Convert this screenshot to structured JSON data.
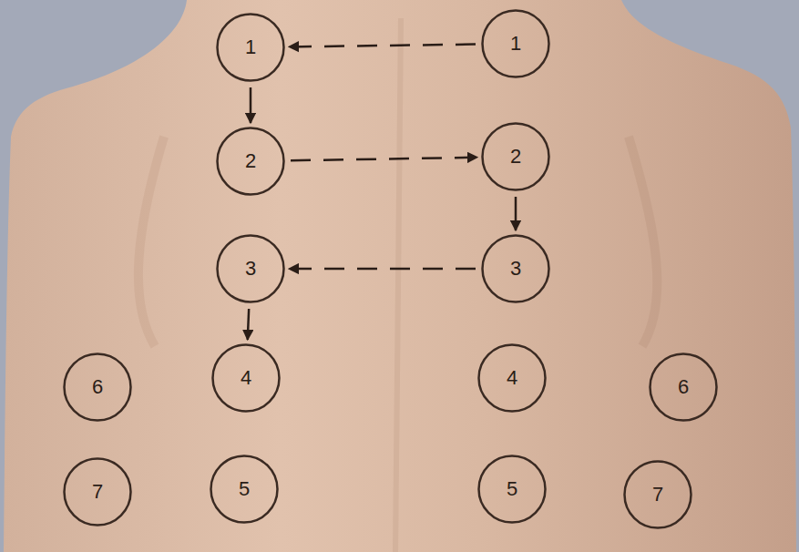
{
  "diagram": {
    "nodes": [
      {
        "text": [
          "1"
        ]
      },
      {
        "text": [
          "1"
        ]
      },
      {
        "text": [
          "2"
        ]
      },
      {
        "text": [
          "2"
        ]
      },
      {
        "text": [
          "3"
        ]
      },
      {
        "text": [
          "3"
        ]
      },
      {
        "text": [
          "6"
        ]
      },
      {
        "text": [
          "4"
        ]
      },
      {
        "text": [
          "4"
        ]
      },
      {
        "text": [
          "6"
        ]
      },
      {
        "text": [
          "7"
        ]
      },
      {
        "text": [
          "5"
        ]
      },
      {
        "text": [
          "5"
        ]
      },
      {
        "text": [
          "7"
        ]
      }
    ],
    "edges": [
      {
        "from": 1,
        "to": 0,
        "arrow": "to"
      },
      {
        "from": 0,
        "to": 2,
        "arrow": "to"
      },
      {
        "from": 2,
        "to": 3,
        "arrow": "to"
      },
      {
        "from": 3,
        "to": 5,
        "arrow": "to"
      },
      {
        "from": 5,
        "to": 4,
        "arrow": "to"
      },
      {
        "from": 4,
        "to": 7,
        "arrow": "to"
      }
    ]
  }
}
